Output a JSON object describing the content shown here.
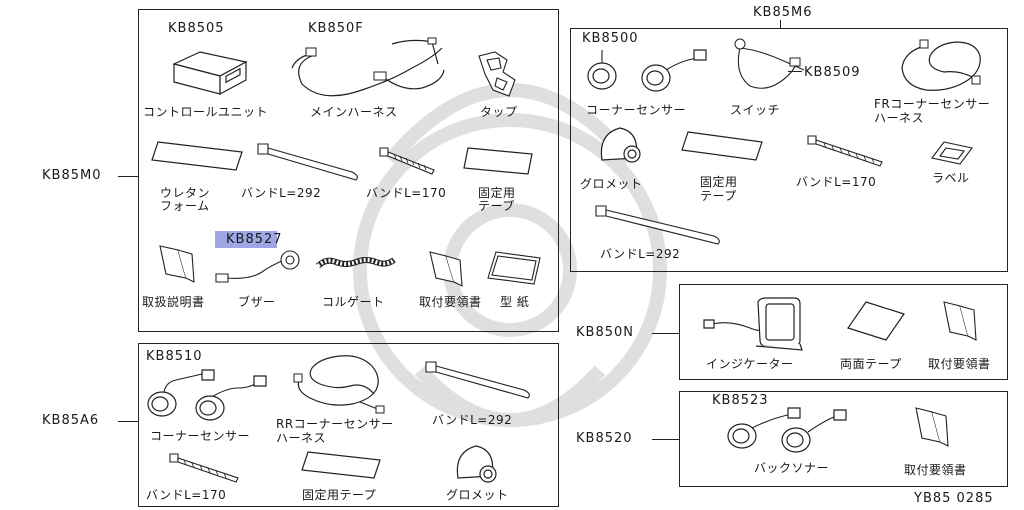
{
  "codes": {
    "kb85m0": "KB85M0",
    "kb85a6": "KB85A6",
    "kb85m6": "KB85M6",
    "kb850n": "KB850N",
    "kb8520": "KB8520",
    "kb8505": "KB8505",
    "kb850f": "KB850F",
    "kb8527": "KB8527",
    "kb8510": "KB8510",
    "kb8500": "KB8500",
    "kb8509": "KB8509",
    "kb8523": "KB8523"
  },
  "labels": {
    "control_unit": "コントロールユニット",
    "main_harness": "メインハーネス",
    "tap": "タップ",
    "urethane_1": "ウレタン",
    "urethane_2": "フォーム",
    "band292_a": "バンドL=292",
    "band170_a": "バンドL=170",
    "fix_tape_1": "固定用",
    "fix_tape_2": "テープ",
    "manual": "取扱説明書",
    "buzzer": "ブザー",
    "corrugate": "コルゲート",
    "install_a": "取付要領書",
    "template": "型 紙",
    "corner_sensor_a6": "コーナーセンサー",
    "rr_harness_1": "RRコーナーセンサー",
    "rr_harness_2": "ハーネス",
    "band292_a6": "バンドL=292",
    "band170_a6": "バンドL=170",
    "fix_tape_a6": "固定用テープ",
    "grommet_a6": "グロメット",
    "corner_sensor_m6": "コーナーセンサー",
    "switch": "スイッチ",
    "fr_harness_1": "FRコーナーセンサー",
    "fr_harness_2": "ハーネス",
    "grommet_m6": "グロメット",
    "fix_tape_m6_1": "固定用",
    "fix_tape_m6_2": "テープ",
    "band170_m6": "バンドL=170",
    "label": "ラベル",
    "band292_m6": "バンドL=292",
    "indicator": "インジケーター",
    "double_tape": "両面テープ",
    "install_n": "取付要領書",
    "back_sonar": "バックソナー",
    "install_20": "取付要領書"
  },
  "footer": "YB85 0285",
  "colors": {
    "highlight": "#9ea6e6",
    "line": "#222222"
  }
}
